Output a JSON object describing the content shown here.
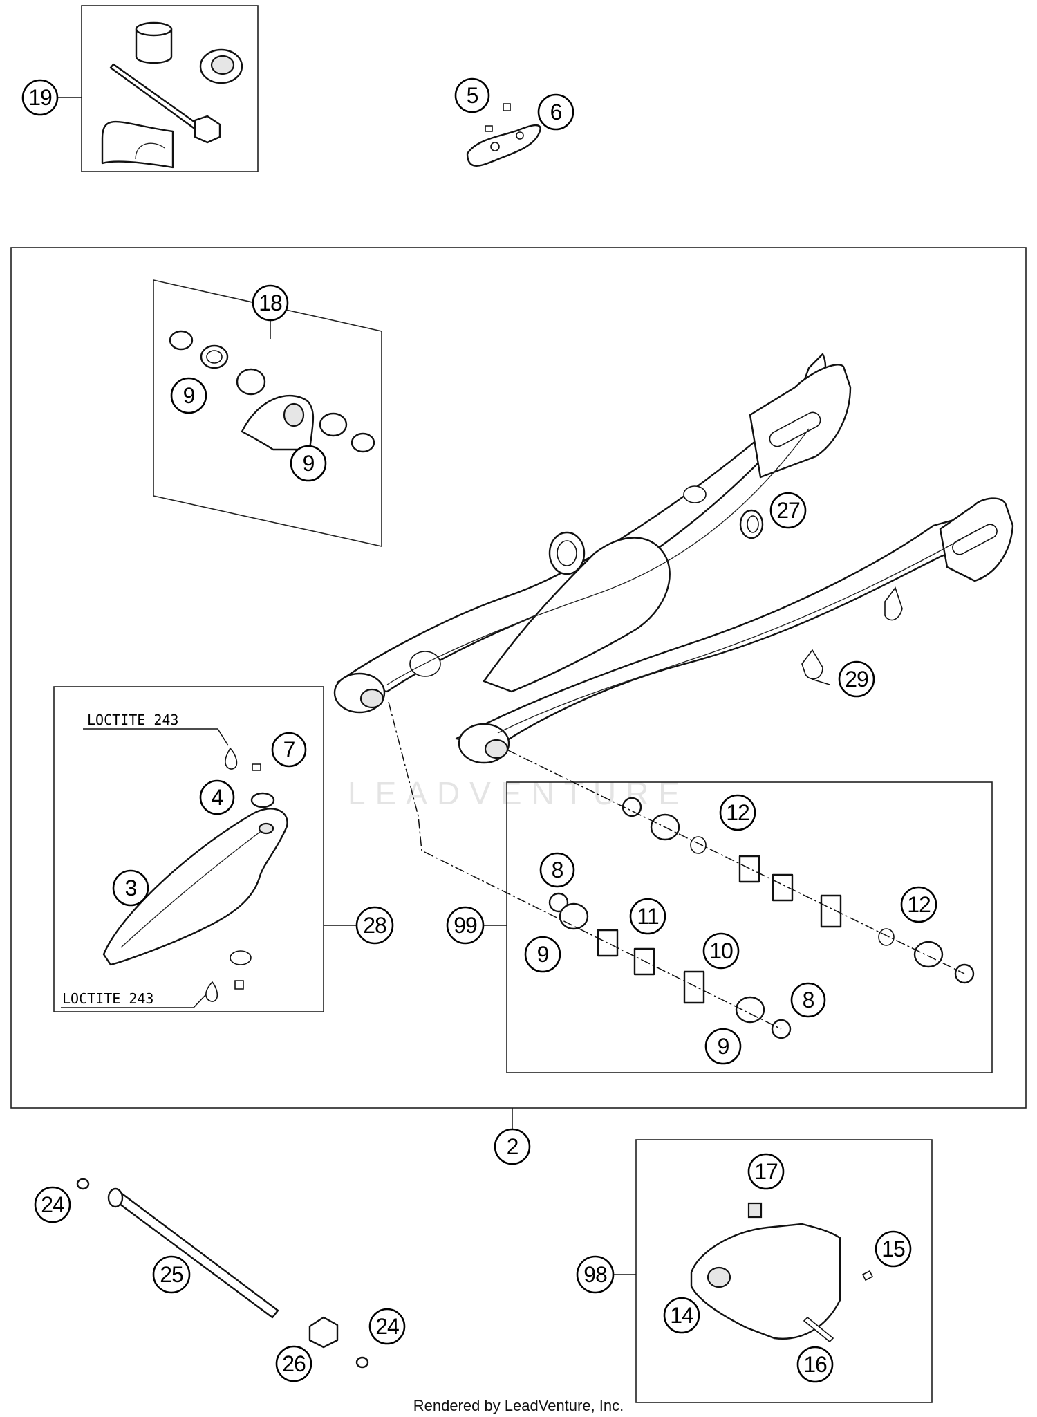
{
  "callouts": {
    "c19": "19",
    "c5": "5",
    "c6": "6",
    "c18": "18",
    "c9a": "9",
    "c9b": "9",
    "c27": "27",
    "c29": "29",
    "c7": "7",
    "c4": "4",
    "c3": "3",
    "c28": "28",
    "c12a": "12",
    "c8a": "8",
    "c99": "99",
    "c11": "11",
    "c12b": "12",
    "c9c": "9",
    "c10": "10",
    "c8b": "8",
    "c9d": "9",
    "c2": "2",
    "c24a": "24",
    "c25": "25",
    "c24b": "24",
    "c26": "26",
    "c17": "17",
    "c15": "15",
    "c98": "98",
    "c14": "14",
    "c16": "16"
  },
  "notes": {
    "loctite_upper": "LOCTITE 243",
    "loctite_lower": "LOCTITE 243"
  },
  "watermark": "LEADVENTURE",
  "footer": "Rendered by LeadVenture, Inc."
}
